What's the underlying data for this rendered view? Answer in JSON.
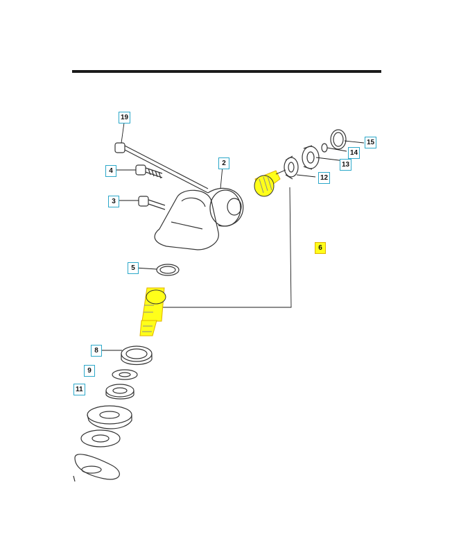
{
  "colors": {
    "line": "#1a1a1a",
    "callout_border": "#2aa7c9",
    "highlight": "#ffff1a",
    "part_stroke": "#333333"
  },
  "callouts": {
    "c19": "19",
    "c15": "15",
    "c14": "14",
    "c13": "13",
    "c12": "12",
    "c2": "2",
    "c4": "4",
    "c3": "3",
    "c6": "6",
    "c5": "5",
    "c8": "8",
    "c9": "9",
    "c11": "11"
  },
  "parts": [
    {
      "number": "19",
      "name": "long-screw",
      "highlighted": false
    },
    {
      "number": "15",
      "name": "snap-ring",
      "highlighted": false
    },
    {
      "number": "14",
      "name": "small-snap-ring",
      "highlighted": false
    },
    {
      "number": "13",
      "name": "ball-bearing",
      "highlighted": false
    },
    {
      "number": "12",
      "name": "ball-bearing",
      "highlighted": false
    },
    {
      "number": "2",
      "name": "gear-housing",
      "highlighted": false
    },
    {
      "number": "4",
      "name": "screw",
      "highlighted": false
    },
    {
      "number": "3",
      "name": "screw",
      "highlighted": false
    },
    {
      "number": "6",
      "name": "bevel-gear-set",
      "highlighted": true
    },
    {
      "number": "5",
      "name": "needle-bearing",
      "highlighted": false
    },
    {
      "number": "8",
      "name": "ball-bearing",
      "highlighted": false
    },
    {
      "number": "9",
      "name": "washer",
      "highlighted": false
    },
    {
      "number": "11",
      "name": "support-cup",
      "highlighted": false
    }
  ]
}
